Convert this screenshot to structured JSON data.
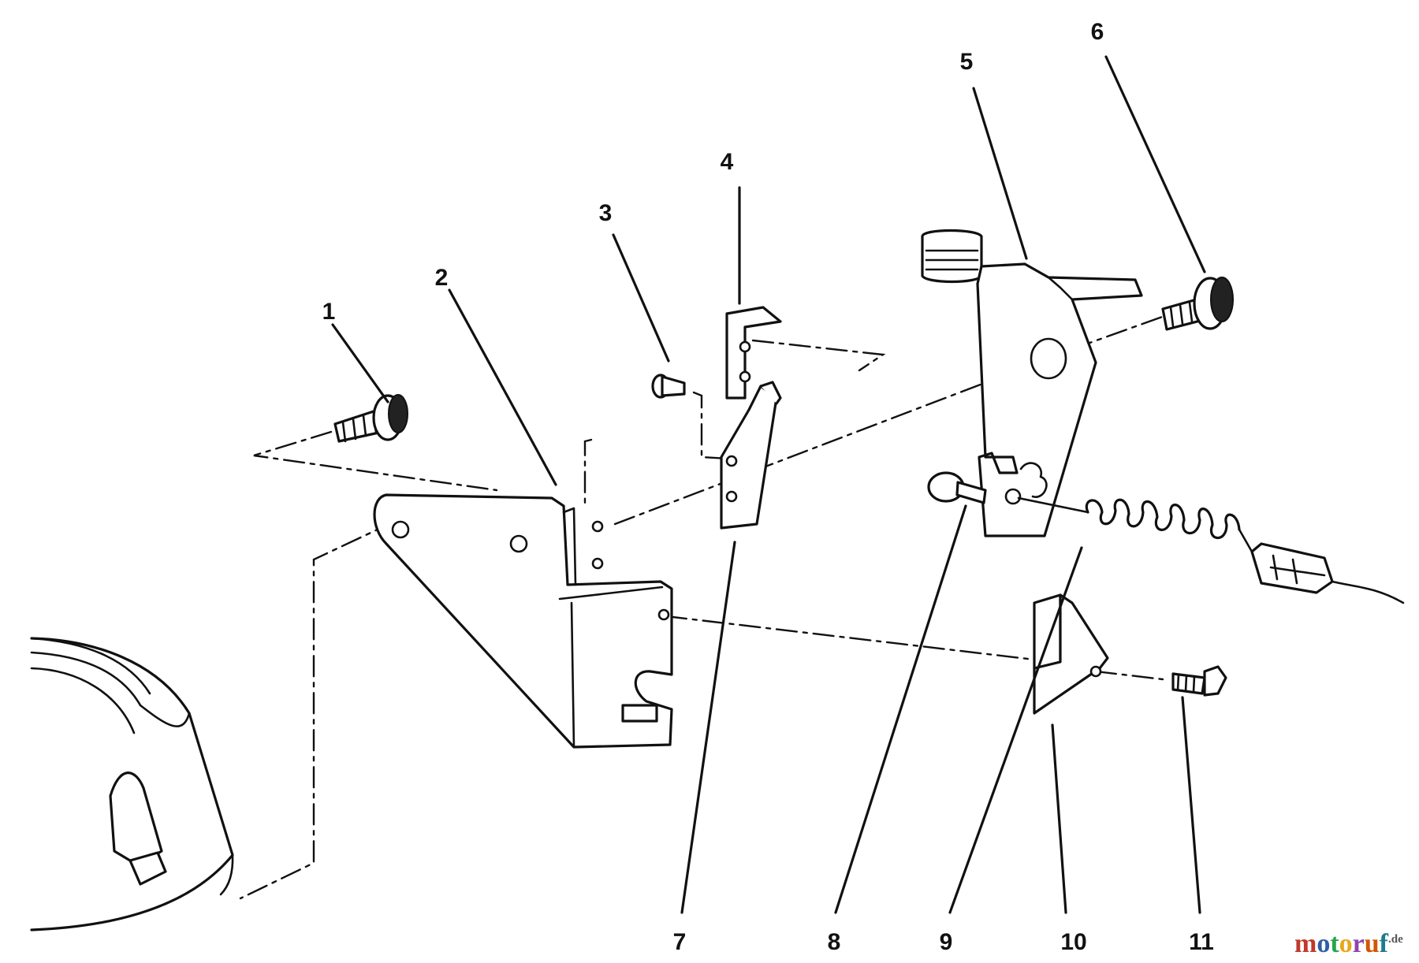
{
  "callouts": [
    {
      "id": "1",
      "label": "1"
    },
    {
      "id": "2",
      "label": "2"
    },
    {
      "id": "3",
      "label": "3"
    },
    {
      "id": "4",
      "label": "4"
    },
    {
      "id": "5",
      "label": "5"
    },
    {
      "id": "6",
      "label": "6"
    },
    {
      "id": "7",
      "label": "7"
    },
    {
      "id": "8",
      "label": "8"
    },
    {
      "id": "9",
      "label": "9"
    },
    {
      "id": "10",
      "label": "10"
    },
    {
      "id": "11",
      "label": "11"
    }
  ],
  "watermark": {
    "brand": "motoruf",
    "suffix": ".de",
    "colors": {
      "m": "#c0392b",
      "o": "#2e5fa8",
      "t": "#27a64a",
      "o2": "#e6a817",
      "r": "#8e44ad",
      "u": "#d35400",
      "f": "#1f7a8c",
      "de": "#555555"
    }
  }
}
